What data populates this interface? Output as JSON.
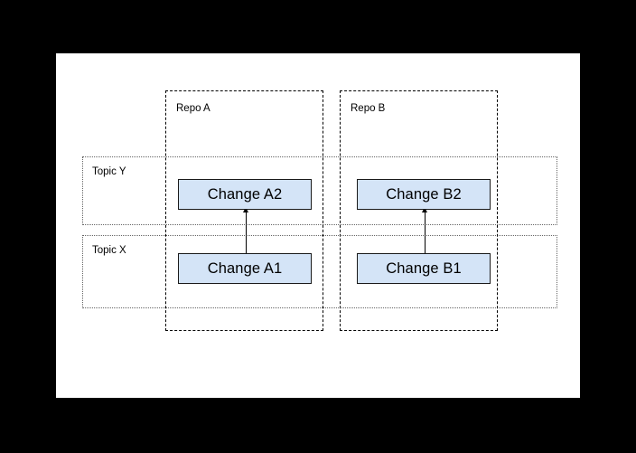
{
  "canvas": {
    "background": "#ffffff",
    "page_background": "#000000"
  },
  "diagram": {
    "type": "grouped-dependency-diagram",
    "title": "",
    "repos": [
      {
        "id": "repo-a",
        "label": "Repo A"
      },
      {
        "id": "repo-b",
        "label": "Repo B"
      }
    ],
    "topics": [
      {
        "id": "topic-y",
        "label": "Topic Y"
      },
      {
        "id": "topic-x",
        "label": "Topic X"
      }
    ],
    "changes": [
      {
        "id": "change-a2",
        "label": "Change A2",
        "repo": "Repo A",
        "topic": "Topic Y",
        "fill": "#d4e4f7",
        "stroke": "#1a1a1a"
      },
      {
        "id": "change-b2",
        "label": "Change B2",
        "repo": "Repo B",
        "topic": "Topic Y",
        "fill": "#d4e4f7",
        "stroke": "#1a1a1a"
      },
      {
        "id": "change-a1",
        "label": "Change A1",
        "repo": "Repo A",
        "topic": "Topic X",
        "fill": "#d4e4f7",
        "stroke": "#1a1a1a"
      },
      {
        "id": "change-b1",
        "label": "Change B1",
        "repo": "Repo B",
        "topic": "Topic X",
        "fill": "#d4e4f7",
        "stroke": "#1a1a1a"
      }
    ],
    "edges": [
      {
        "id": "edge-a1-a2",
        "from": "Change A1",
        "to": "Change A2",
        "style": "solid",
        "arrowhead": "triangle-up"
      },
      {
        "id": "edge-b1-b2",
        "from": "Change B1",
        "to": "Change B2",
        "style": "solid",
        "arrowhead": "triangle-up"
      }
    ]
  }
}
